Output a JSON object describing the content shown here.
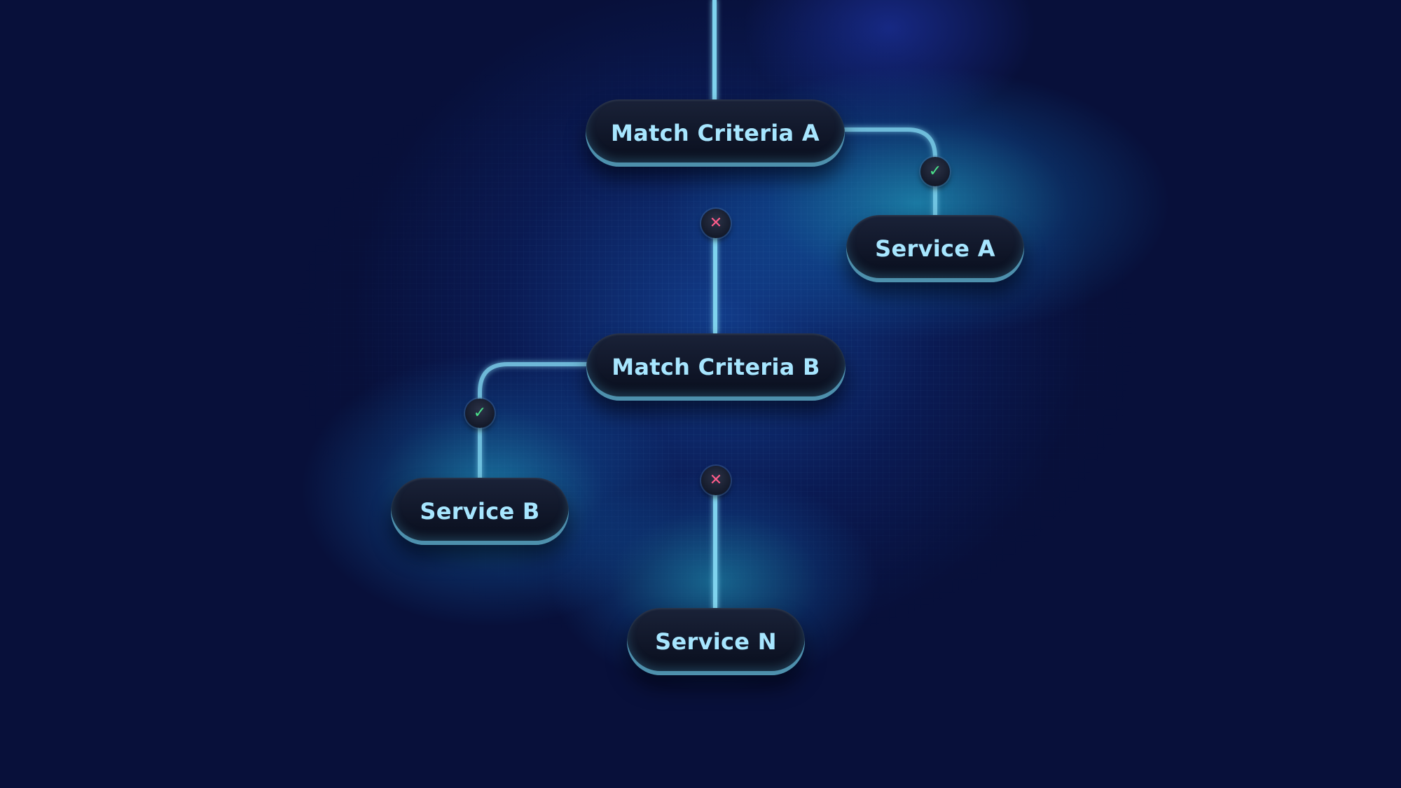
{
  "nodes": {
    "match_criteria_a": "Match Criteria A",
    "match_criteria_b": "Match Criteria B",
    "service_a": "Service A",
    "service_b": "Service B",
    "service_n": "Service N"
  },
  "icons": {
    "match": {
      "name": "check-icon",
      "glyph": "✓",
      "color": "#4be38a"
    },
    "no_match": {
      "name": "cross-icon",
      "glyph": "✕",
      "color": "#ff5c8a"
    }
  },
  "colors": {
    "background": "#08103a",
    "glow": "#2fd0e8",
    "node_text": "#a7e6ff",
    "connector": "#7fd3ee"
  }
}
